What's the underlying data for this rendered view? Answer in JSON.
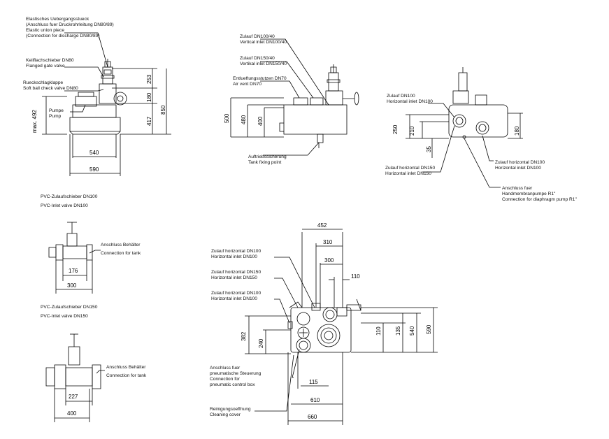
{
  "labels": {
    "elastic_union_de1": "Elastisches Uebergangsstueck",
    "elastic_union_de2": "(Anschluss fuer Druckrohrleitung DN80/89)",
    "elastic_union_en1": "Elastic union piece",
    "elastic_union_en2": "(Connection for discharge DN80/89)",
    "gate_valve_de": "Keilflachschieber DN80",
    "gate_valve_en": "Flanged gate valve",
    "check_valve_de": "Rueckschlagklappe",
    "check_valve_en": "Soft ball check valve DN80",
    "pump_de": "Pumpe",
    "pump_en": "Pump",
    "vinlet100_de": "Zulauf DN100/40",
    "vinlet100_en": "Vertical inlet DN100/40",
    "vinlet150_de": "Zulauf DN150/40",
    "vinlet150_en": "Vertikal inlet DN150/40",
    "airvent_de": "Entlueftungsstutzen DN70",
    "airvent_en": "Air vent DN70",
    "fixing_de": "Auftriebssicherung",
    "fixing_en": "Tank fixing point",
    "hinlet100_de": "Zulauf DN100",
    "hinlet100_en": "Horizontal inlet DN100",
    "rz100_de": "Zulauf horizontal DN100",
    "rz100_en": "Horizontal inlet DN100",
    "rz150_de": "Zulauf horizontal DN150",
    "rz150_en": "Horizontal inlet DN150",
    "diaphragm_de": "Anschluss fuer",
    "diaphragm_de2": "Handmembranpumpe R1\"",
    "diaphragm_en": "Connection for diaphragm pump R1\"",
    "pvc100_de": "PVC-Zulaufschieber DN100",
    "pvc100_en": "PVC-Inlet valve DN100",
    "tank_de": "Anschluss Behälter",
    "tank_en": "Connection for tank",
    "pvc150_de": "PVC-Zulaufschieber DN150",
    "pvc150_en": "PVC-Inlet valve DN150",
    "tank2_de": "Anschluss Behälter",
    "tank2_en": "Connection for tank",
    "top_z100_de": "Zulauf horizontal DN100",
    "top_z100_en": "Horizontal inlet DN100",
    "top_z150_de": "Zulauf horizontal DN150",
    "top_z150_en": "Horizontal inlet DN150",
    "top_z100b_de": "Zulauf horizontal DN100",
    "top_z100b_en": "Horizontal inlet DN100",
    "pneu_de1": "Anschluss fuer",
    "pneu_de2": "pneumatische Steuerung",
    "pneu_en1": "Connection for",
    "pneu_en2": "pneumatic control box",
    "clean_de": "Reinigungsoeffnung",
    "clean_en": "Cleaning cover"
  },
  "dimensions": {
    "front_253": "253",
    "front_180": "180",
    "front_850": "850",
    "front_417": "417",
    "front_492": "max. 492",
    "front_540": "540",
    "front_590": "590",
    "side_500": "500",
    "side_480": "480",
    "side_400": "400",
    "right_250": "250",
    "right_210": "210",
    "right_35": "35",
    "right_180": "180",
    "v100_176": "176",
    "v100_300": "300",
    "v150_227": "227",
    "v150_400": "400",
    "top_452": "452",
    "top_310": "310",
    "top_300": "300",
    "top_110a": "110",
    "top_382": "382",
    "top_240": "240",
    "top_110b": "110",
    "top_135": "135",
    "top_540": "540",
    "top_590": "590",
    "top_115": "115",
    "top_610": "610",
    "top_660": "660"
  }
}
